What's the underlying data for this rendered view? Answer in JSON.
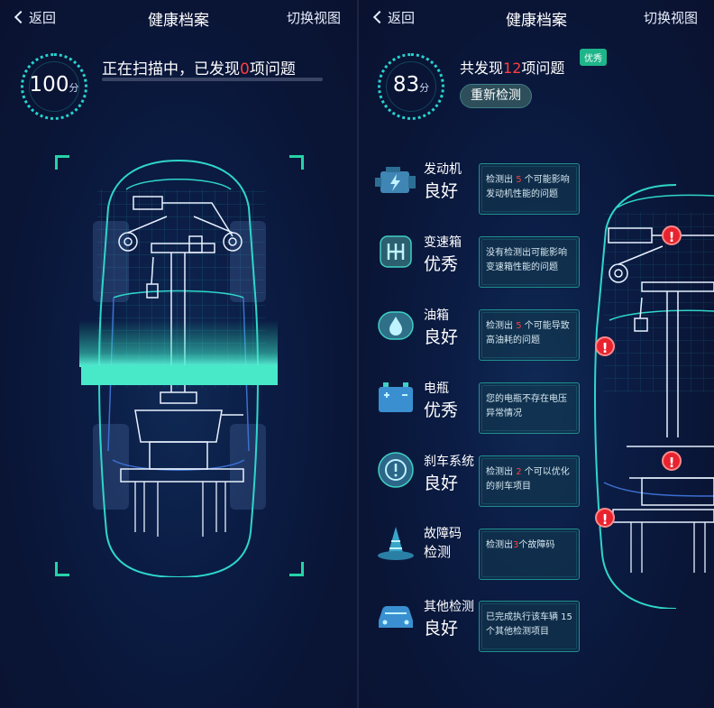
{
  "left": {
    "nav": {
      "back_label": "返回",
      "title": "健康档案",
      "switch_label": "切换视图"
    },
    "score": {
      "value": "100",
      "unit": "分"
    },
    "scan": {
      "text_prefix": "正在扫描中，已发现",
      "count": "0",
      "text_suffix": "项问题"
    }
  },
  "right": {
    "nav": {
      "back_label": "返回",
      "title": "健康档案",
      "switch_label": "切换视图"
    },
    "score": {
      "value": "83",
      "unit": "分"
    },
    "summary": {
      "prefix": "共发现",
      "count": "12",
      "suffix": "项问题",
      "badge": "优秀"
    },
    "recheck_label": "重新检测",
    "items": [
      {
        "name": "发动机",
        "status": "良好",
        "icon": "engine-icon",
        "detail_pre": "检测出 ",
        "detail_num": "5",
        "detail_post": " 个可能影响发动机性能的问题"
      },
      {
        "name": "变速箱",
        "status": "优秀",
        "icon": "gearbox-icon",
        "detail_pre": "没有检测出可能影响变速箱性能的问题",
        "detail_num": "",
        "detail_post": ""
      },
      {
        "name": "油箱",
        "status": "良好",
        "icon": "fuel-tank-icon",
        "detail_pre": "检测出 ",
        "detail_num": "5",
        "detail_post": " 个可能导致高油耗的问题"
      },
      {
        "name": "电瓶",
        "status": "优秀",
        "icon": "battery-icon",
        "detail_pre": "您的电瓶不存在电压异常情况",
        "detail_num": "",
        "detail_post": ""
      },
      {
        "name": "刹车系统",
        "status": "良好",
        "icon": "brake-icon",
        "detail_pre": "检测出 ",
        "detail_num": "2",
        "detail_post": " 个可以优化的刹车项目"
      },
      {
        "name": "故障码",
        "status": "检测",
        "icon": "fault-code-icon",
        "detail_pre": "检测出",
        "detail_num": "3",
        "detail_post": "个故障码"
      },
      {
        "name": "其他检测",
        "status": "良好",
        "icon": "car-icon",
        "detail_pre": "已完成执行该车辆 15 个其他检测项目",
        "detail_num": "",
        "detail_post": ""
      }
    ]
  },
  "colors": {
    "accent": "#26d3d0",
    "alert": "#e8232f",
    "badge": "#1fb58a",
    "background": "#0a1536"
  }
}
